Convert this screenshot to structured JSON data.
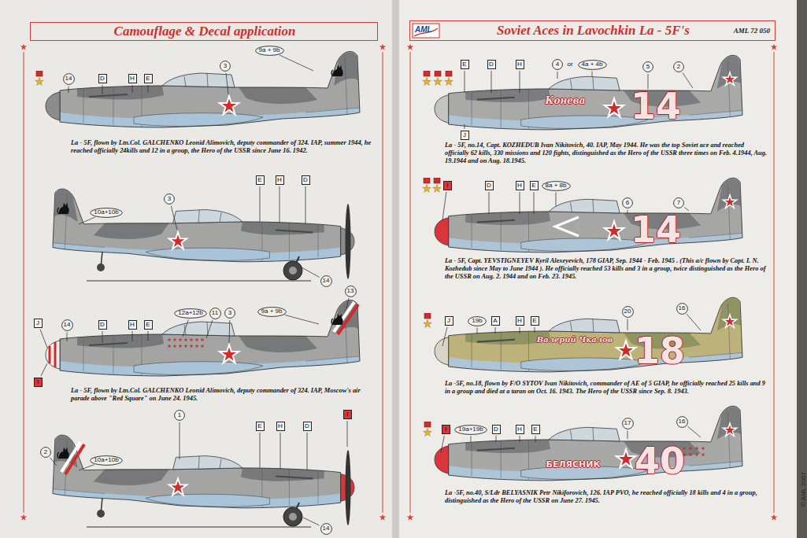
{
  "diagram": {
    "nodes": [
      {
        "text": [
          "Camouflage & Decal application"
        ]
      },
      {
        "text": [
          "14"
        ]
      },
      {
        "text": [
          "D"
        ]
      },
      {
        "text": [
          "H"
        ]
      },
      {
        "text": [
          "E"
        ]
      },
      {
        "text": [
          "3"
        ]
      },
      {
        "text": [
          "9a + 9b"
        ]
      },
      {
        "text": [
          "E"
        ]
      },
      {
        "text": [
          "H"
        ]
      },
      {
        "text": [
          "D"
        ]
      },
      {
        "text": [
          "10a+10b"
        ]
      },
      {
        "text": [
          "3"
        ]
      },
      {
        "text": [
          "14"
        ]
      },
      {
        "text": [
          "J"
        ]
      },
      {
        "text": [
          "14"
        ]
      },
      {
        "text": [
          "D"
        ]
      },
      {
        "text": [
          "H"
        ]
      },
      {
        "text": [
          "E"
        ]
      },
      {
        "text": [
          "12a+12b"
        ]
      },
      {
        "text": [
          "11"
        ]
      },
      {
        "text": [
          "3"
        ]
      },
      {
        "text": [
          "9a + 9b"
        ]
      },
      {
        "text": [
          "13"
        ]
      },
      {
        "text": [
          "I"
        ]
      },
      {
        "text": [
          "2"
        ]
      },
      {
        "text": [
          "10a+10b"
        ]
      },
      {
        "text": [
          "1"
        ]
      },
      {
        "text": [
          "E"
        ]
      },
      {
        "text": [
          "H"
        ]
      },
      {
        "text": [
          "D"
        ]
      },
      {
        "text": [
          "I"
        ]
      },
      {
        "text": [
          "14"
        ]
      },
      {
        "text": [
          "AML",
          "Soviet Aces in Lavochkin La - 5F's",
          "AML 72 050"
        ]
      },
      {
        "text": [
          "E"
        ]
      },
      {
        "text": [
          "D"
        ]
      },
      {
        "text": [
          "H"
        ]
      },
      {
        "text": [
          "4"
        ]
      },
      {
        "text": [
          "4a + 4b"
        ]
      },
      {
        "text": [
          "5"
        ]
      },
      {
        "text": [
          "2"
        ]
      },
      {
        "text": [
          "J"
        ]
      },
      {
        "text": [
          "I"
        ]
      },
      {
        "text": [
          "D"
        ]
      },
      {
        "text": [
          "H"
        ]
      },
      {
        "text": [
          "E"
        ]
      },
      {
        "text": [
          "8a + 8b"
        ]
      },
      {
        "text": [
          "6"
        ]
      },
      {
        "text": [
          "7"
        ]
      },
      {
        "text": [
          "J"
        ]
      },
      {
        "text": [
          "19b"
        ]
      },
      {
        "text": [
          "A"
        ]
      },
      {
        "text": [
          "H"
        ]
      },
      {
        "text": [
          "E"
        ]
      },
      {
        "text": [
          "20"
        ]
      },
      {
        "text": [
          "16"
        ]
      },
      {
        "text": [
          "I"
        ]
      },
      {
        "text": [
          "19a+19b"
        ]
      },
      {
        "text": [
          "D"
        ]
      },
      {
        "text": [
          "H"
        ]
      },
      {
        "text": [
          "E"
        ]
      },
      {
        "text": [
          "17"
        ]
      },
      {
        "text": [
          "16"
        ]
      }
    ],
    "labels": [
      "La - 5F, flown by Ltn.Col. GALCHENKO Leonid Alimovich, deputy commander of 324. IAP, summer 1944, he reached officially 24kills and 12 in a group, the Hero of the USSR since June 16. 1942.",
      "La - 5F, flown by Ltn.Col. GALCHENKO Leonid Alimovich, deputy commander of 324. IAP, Moscow's air parade above \"Red Square\" on June 24. 1945.",
      "or",
      "Конева",
      "14",
      "La - 5F, no.14, Capt. KOZHEDUB Ivan Nikitovich, 40. IAP, May 1944. He was the top Soviet ace and reached officially 62 kills, 330 missions and 120 fights, distinguished as the Hero of the USSR three times on Feb. 4.1944, Aug. 19.1944 and on Aug. 18.1945.",
      "14",
      "La - 5F, Capt. YEVSTIGNEYEV Kyril Alexeyevich, 178 GIAP, Sep. 1944 - Feb. 1945 . (This a/c flown by Capt. I. N. Kozhedub since May to June 1944 ). He officially reached 53 kills and 3 in a group, twice distinguished as the Hero of the USSR on Aug. 2. 1944 and on Feb. 23. 1945.",
      "Валерий Чкалов",
      "18",
      "La -5F, no.18, flown by F/O SYTOV Ivan Nikitovich, commander of AE of 5 GIAP, he officially reached 25 kills and 9 in a group and died at a taran on Oct. 16. 1943. The Hero of the USSR since Sep. 8. 1943.",
      "БЕЛЯСНИК",
      "40",
      "La -5F, no.40, S/Ldr BELYASNIK Petr Nikiforovich, 126. IAP PVO, he reached officially 18 kills and 4 in a group, distinguished as the Hero of the USSR on June 27. 1945.",
      "© AML 2007"
    ]
  }
}
